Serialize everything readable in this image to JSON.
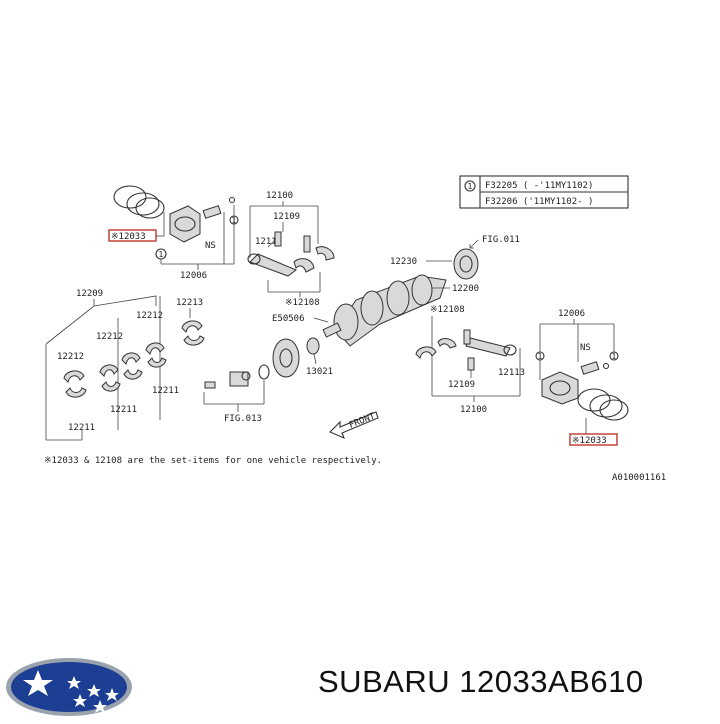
{
  "diagram": {
    "labels": {
      "set_12033_top": "※12033",
      "set_12033_bottom": "※12033",
      "p12006_top": "12006",
      "p12006_bottom": "12006",
      "ns_top": "NS",
      "ns_bottom": "NS",
      "p12100_top": "12100",
      "p12100_bottom": "12100",
      "p12109_top": "12109",
      "p12109_bottom": "12109",
      "p12113_top": "12113",
      "p12113_bottom": "12113",
      "set_12108_top": "※12108",
      "set_12108_bottom": "※12108",
      "p12230": "12230",
      "p12200": "12200",
      "fig011": "FIG.011",
      "e50506": "E50506",
      "p13021": "13021",
      "fig013": "FIG.013",
      "p12209": "12209",
      "p12213": "12213",
      "p12212_a": "12212",
      "p12212_b": "12212",
      "p12212_c": "12212",
      "p12211_a": "12211",
      "p12211_b": "12211",
      "p12211_c": "12211",
      "front": "FRONT",
      "circle_1": "1",
      "note": "※12033 & 12108 are the set-items for one vehicle respectively.",
      "code": "A010001161"
    },
    "legend": {
      "marker": "1",
      "rows": [
        "F32205 ( -'11MY1102)",
        "F32206 ('11MY1102- )"
      ]
    }
  },
  "footer": {
    "text": "SUBARU 12033AB610",
    "logo_colors": {
      "oval": "#1c3f94",
      "rim": "#9aa3ad",
      "stars": "#ffffff"
    }
  }
}
